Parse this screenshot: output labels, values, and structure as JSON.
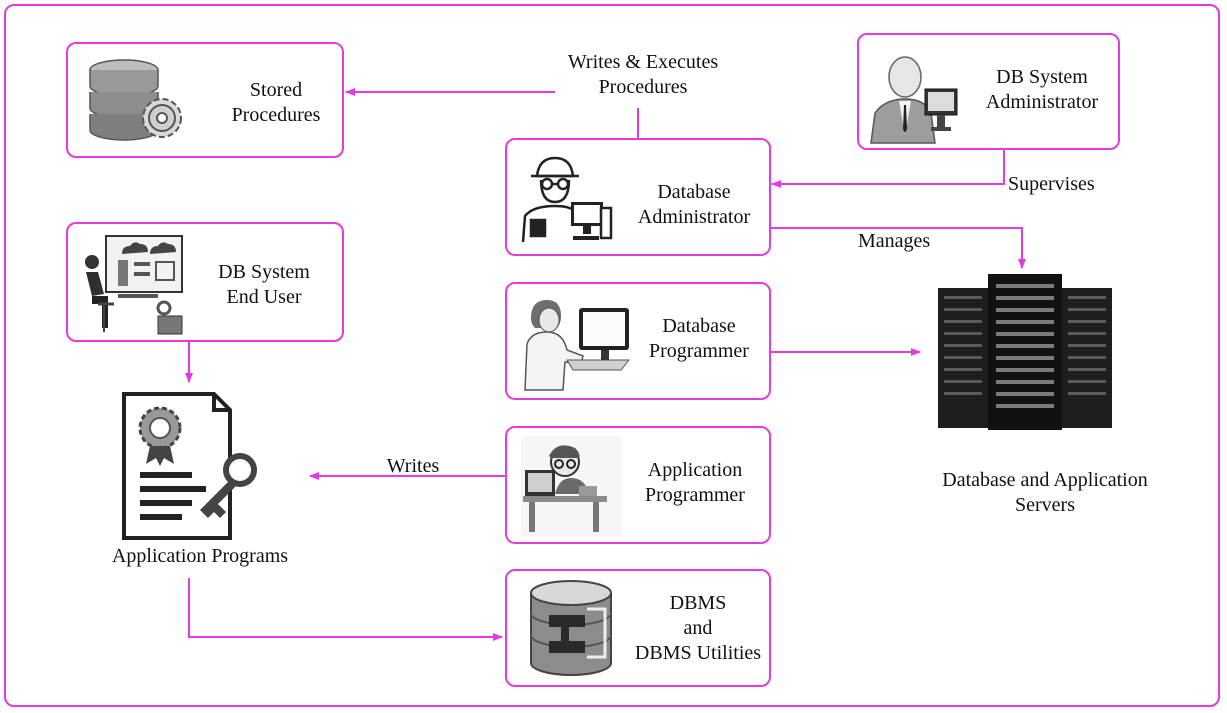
{
  "nodes": {
    "stored_procedures": {
      "line1": "Stored",
      "line2": "Procedures"
    },
    "db_system_admin": {
      "line1": "DB System",
      "line2": "Administrator"
    },
    "database_admin": {
      "line1": "Database",
      "line2": "Administrator"
    },
    "db_end_user": {
      "line1": "DB System",
      "line2": "End User"
    },
    "database_programmer": {
      "line1": "Database",
      "line2": "Programmer"
    },
    "application_programmer": {
      "line1": "Application",
      "line2": "Programmer"
    },
    "dbms": {
      "line1": "DBMS",
      "line2": "and",
      "line3": "DBMS Utilities"
    },
    "application_programs": {
      "label": "Application Programs"
    },
    "servers": {
      "line1": "Database and Application",
      "line2": "Servers"
    }
  },
  "edges": {
    "writes_executes": {
      "line1": "Writes & Executes",
      "line2": "Procedures"
    },
    "supervises": "Supervises",
    "manages": "Manages",
    "writes": "Writes"
  },
  "colors": {
    "accent": "#e23be0"
  }
}
